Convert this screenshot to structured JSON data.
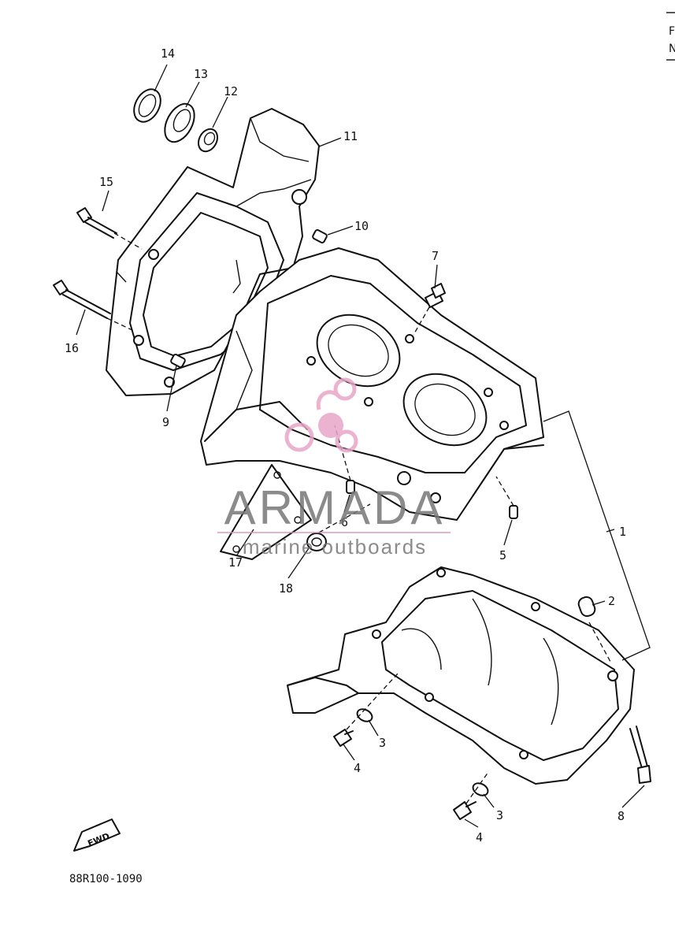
{
  "diagram": {
    "callouts": [
      {
        "label": "1"
      },
      {
        "label": "2"
      },
      {
        "label": "3"
      },
      {
        "label": "3"
      },
      {
        "label": "4"
      },
      {
        "label": "4"
      },
      {
        "label": "5"
      },
      {
        "label": "6"
      },
      {
        "label": "7"
      },
      {
        "label": "8"
      },
      {
        "label": "9"
      },
      {
        "label": "10"
      },
      {
        "label": "11"
      },
      {
        "label": "12"
      },
      {
        "label": "13"
      },
      {
        "label": "14"
      },
      {
        "label": "15"
      },
      {
        "label": "16"
      },
      {
        "label": "17"
      },
      {
        "label": "18"
      }
    ],
    "fwd_label": "FWD",
    "drawing_code": "88R100-1090",
    "corner_glyphs": [
      "F",
      "N"
    ]
  },
  "watermark": {
    "brand": "ARMADA",
    "tagline": "marine outboards",
    "colors": {
      "brand": "#777777",
      "accent": "#e8a6c8",
      "rule": "#d98fbd"
    }
  }
}
